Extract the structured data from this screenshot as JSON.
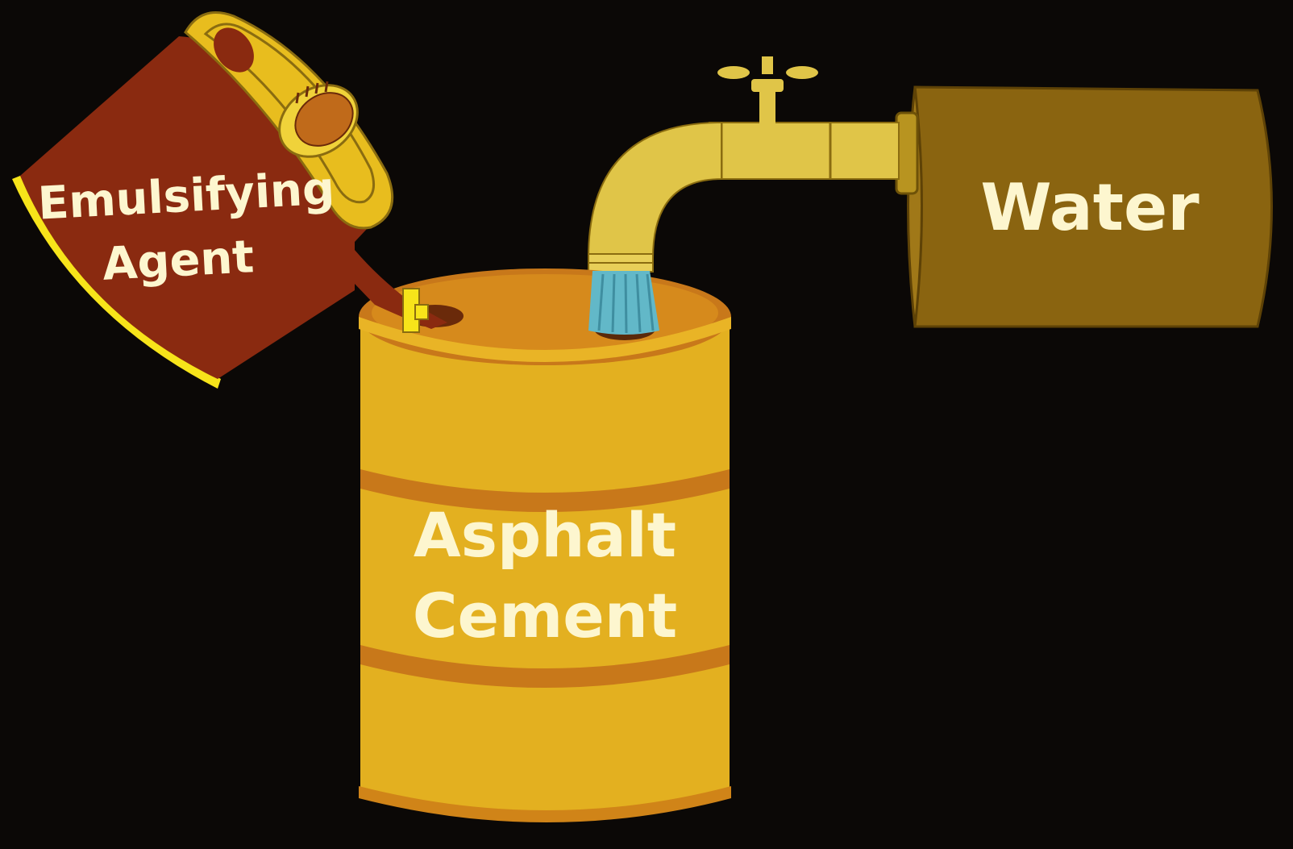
{
  "labels": {
    "emulsifier_line1": "Emulsifying",
    "emulsifier_line2": "Agent",
    "water": "Water",
    "asphalt_line1": "Asphalt",
    "asphalt_line2": "Cement"
  },
  "colors": {
    "background": "#0b0806",
    "can_body": "#8a2a10",
    "can_lid": "#e8bd1e",
    "can_rim": "#f7e41a",
    "drum_body": "#e3b020",
    "drum_top": "#c8781a",
    "drum_rim": "#d49512",
    "faucet": "#e0c548",
    "tank": "#8a6410",
    "water_stream": "#62b8c8",
    "label_text": "#fdf6cf"
  },
  "icons": [
    "emulsifier-can-icon",
    "asphalt-drum-icon",
    "faucet-icon",
    "water-tank-icon",
    "water-stream-icon"
  ]
}
